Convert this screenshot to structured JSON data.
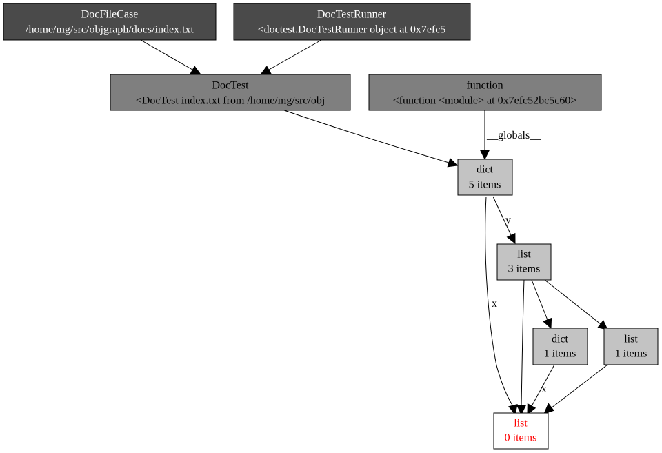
{
  "nodes": {
    "docfilecase": {
      "line1": "DocFileCase",
      "line2": "/home/mg/src/objgraph/docs/index.txt",
      "fill": "#4a4a4a",
      "text_color": "#ffffff"
    },
    "doctestrunner": {
      "line1": "DocTestRunner",
      "line2": "<doctest.DocTestRunner object at 0x7efc5",
      "fill": "#4a4a4a",
      "text_color": "#ffffff"
    },
    "doctest": {
      "line1": "DocTest",
      "line2": "<DocTest index.txt from /home/mg/src/obj",
      "fill": "#7f7f7f",
      "text_color": "#000000"
    },
    "function": {
      "line1": "function",
      "line2": "<function <module> at 0x7efc52bc5c60>",
      "fill": "#7f7f7f",
      "text_color": "#000000"
    },
    "dict5": {
      "line1": "dict",
      "line2": "5 items",
      "fill": "#c3c3c3",
      "text_color": "#000000"
    },
    "list3": {
      "line1": "list",
      "line2": "3 items",
      "fill": "#c3c3c3",
      "text_color": "#000000"
    },
    "dict1": {
      "line1": "dict",
      "line2": "1 items",
      "fill": "#c3c3c3",
      "text_color": "#000000"
    },
    "list1": {
      "line1": "list",
      "line2": "1 items",
      "fill": "#c3c3c3",
      "text_color": "#000000"
    },
    "list0": {
      "line1": "list",
      "line2": "0 items",
      "fill": "#ffffff",
      "text_color": "#ff0000"
    }
  },
  "edges": [
    {
      "from": "docfilecase",
      "to": "doctest",
      "label": ""
    },
    {
      "from": "doctestrunner",
      "to": "doctest",
      "label": ""
    },
    {
      "from": "doctest",
      "to": "dict5",
      "label": ""
    },
    {
      "from": "function",
      "to": "dict5",
      "label": "__globals__"
    },
    {
      "from": "dict5",
      "to": "list3",
      "label": "y"
    },
    {
      "from": "dict5",
      "to": "list0",
      "label": "x"
    },
    {
      "from": "list3",
      "to": "list0",
      "label": ""
    },
    {
      "from": "list3",
      "to": "dict1",
      "label": ""
    },
    {
      "from": "list3",
      "to": "list1",
      "label": ""
    },
    {
      "from": "dict1",
      "to": "list0",
      "label": "x"
    },
    {
      "from": "list1",
      "to": "list0",
      "label": ""
    }
  ]
}
